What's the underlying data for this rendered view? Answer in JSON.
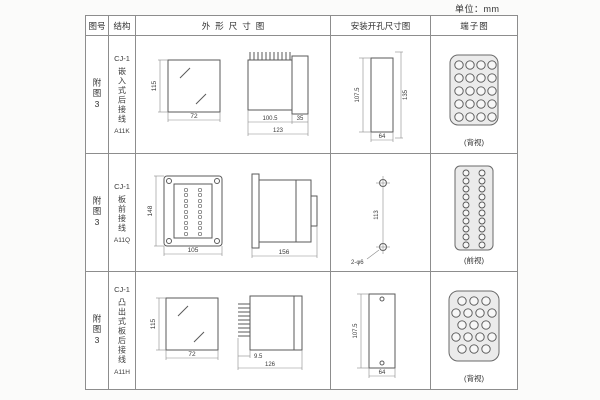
{
  "unit_label": "单位：mm",
  "table": {
    "headers": [
      "图号",
      "结构",
      "外形尺寸图",
      "安装开孔尺寸图",
      "端子图"
    ]
  },
  "rows": [
    {
      "fig_no": "附图3",
      "model": "CJ-1",
      "structure": "嵌入式后接线",
      "code": "A11K",
      "outline": {
        "front_height": "115",
        "front_width": "72",
        "side_body": "100.5",
        "side_flange": "35",
        "side_total": "123"
      },
      "mounting": {
        "cutout_height": "107.5",
        "overall_height": "135",
        "width": "64"
      },
      "terminal": {
        "caption": "(背视)"
      }
    },
    {
      "fig_no": "附图3",
      "model": "CJ-1",
      "structure": "板前接线",
      "code": "A11Q",
      "outline": {
        "front_height": "148",
        "front_width": "105",
        "side_total": "156"
      },
      "mounting": {
        "hole_spacing": "113",
        "holes": "2-φ6"
      },
      "terminal": {
        "caption": "(前视)"
      }
    },
    {
      "fig_no": "附图3",
      "model": "CJ-1",
      "structure": "凸出式板后接线",
      "code": "A11H",
      "outline": {
        "front_height": "115",
        "front_width": "72",
        "pin_length": "9.5",
        "side_total": "126"
      },
      "mounting": {
        "cutout_height": "107.5",
        "width": "64"
      },
      "terminal": {
        "caption": "(背视)"
      }
    }
  ]
}
